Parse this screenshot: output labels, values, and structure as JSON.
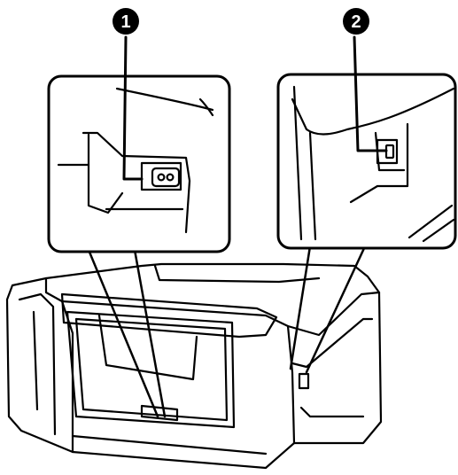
{
  "callouts": [
    {
      "number": "1",
      "part": "power-inlet"
    },
    {
      "number": "2",
      "part": "usb-port"
    }
  ],
  "colors": {
    "line": "#000000",
    "background": "#ffffff",
    "badge": "#000000",
    "badge_text": "#ffffff"
  }
}
